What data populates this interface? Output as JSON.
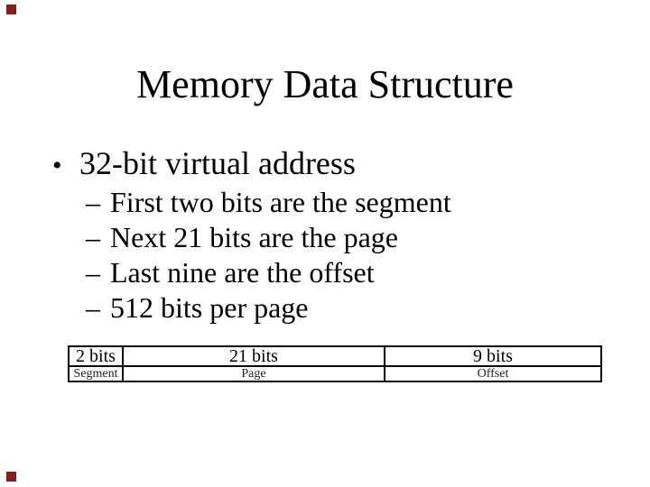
{
  "slide": {
    "title": "Memory Data Structure",
    "bullet": {
      "marker": "•",
      "text": "32-bit virtual address"
    },
    "sub_bullets": [
      {
        "marker": "–",
        "text": "First two bits are the segment"
      },
      {
        "marker": "–",
        "text": "Next 21 bits are the page"
      },
      {
        "marker": "–",
        "text": "Last nine are the offset"
      },
      {
        "marker": "–",
        "text": "512 bits per page"
      }
    ],
    "bitfield_table": {
      "columns": [
        {
          "bits": "2 bits",
          "label": "Segment"
        },
        {
          "bits": "21 bits",
          "label": "Page"
        },
        {
          "bits": "9 bits",
          "label": "Offset"
        }
      ]
    },
    "colors": {
      "background": "#FFFFFF",
      "text": "#000000",
      "table_border": "#000000",
      "corner_marker": "#8B1D1D"
    }
  }
}
